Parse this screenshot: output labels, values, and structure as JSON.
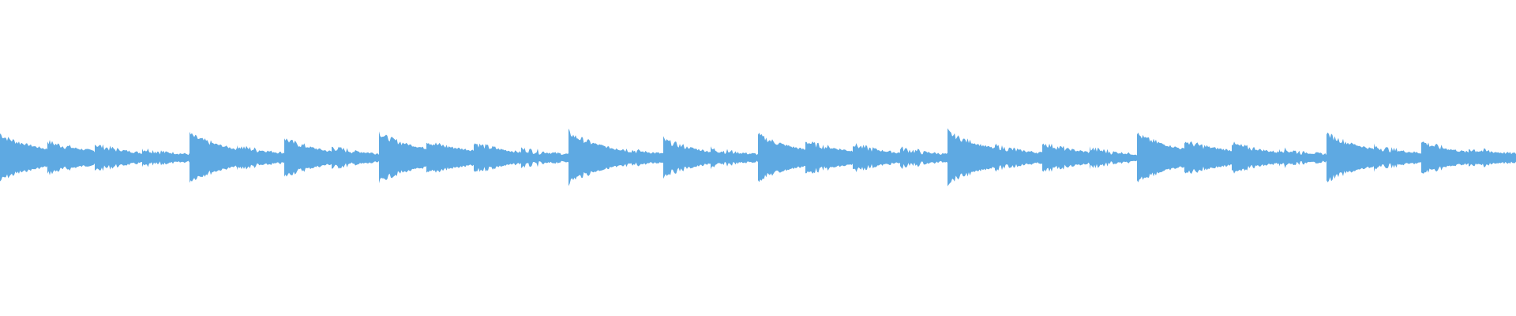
{
  "waveform": {
    "color": "#5ea9e2",
    "background": "#ffffff",
    "segments": [
      {
        "amplitude": 0.78,
        "decay_to": 0.28
      },
      {
        "amplitude": 0.55,
        "decay_to": 0.22
      },
      {
        "amplitude": 0.45,
        "decay_to": 0.16
      },
      {
        "amplitude": 0.3,
        "decay_to": 0.12
      },
      {
        "amplitude": 0.8,
        "decay_to": 0.28
      },
      {
        "amplitude": 0.4,
        "decay_to": 0.16
      },
      {
        "amplitude": 0.65,
        "decay_to": 0.2
      },
      {
        "amplitude": 0.35,
        "decay_to": 0.14
      },
      {
        "amplitude": 0.82,
        "decay_to": 0.3
      },
      {
        "amplitude": 0.55,
        "decay_to": 0.24
      },
      {
        "amplitude": 0.5,
        "decay_to": 0.18
      },
      {
        "amplitude": 0.3,
        "decay_to": 0.12
      },
      {
        "amplitude": 0.85,
        "decay_to": 0.28
      },
      {
        "amplitude": 0.35,
        "decay_to": 0.14
      },
      {
        "amplitude": 0.62,
        "decay_to": 0.2
      },
      {
        "amplitude": 0.3,
        "decay_to": 0.12
      },
      {
        "amplitude": 0.78,
        "decay_to": 0.26
      },
      {
        "amplitude": 0.55,
        "decay_to": 0.22
      },
      {
        "amplitude": 0.45,
        "decay_to": 0.16
      },
      {
        "amplitude": 0.32,
        "decay_to": 0.12
      },
      {
        "amplitude": 0.88,
        "decay_to": 0.3
      },
      {
        "amplitude": 0.4,
        "decay_to": 0.16
      },
      {
        "amplitude": 0.5,
        "decay_to": 0.18
      },
      {
        "amplitude": 0.32,
        "decay_to": 0.12
      },
      {
        "amplitude": 0.8,
        "decay_to": 0.28
      },
      {
        "amplitude": 0.55,
        "decay_to": 0.24
      },
      {
        "amplitude": 0.48,
        "decay_to": 0.18
      },
      {
        "amplitude": 0.3,
        "decay_to": 0.12
      },
      {
        "amplitude": 0.82,
        "decay_to": 0.28
      },
      {
        "amplitude": 0.38,
        "decay_to": 0.16
      },
      {
        "amplitude": 0.55,
        "decay_to": 0.18
      },
      {
        "amplitude": 0.3,
        "decay_to": 0.14
      }
    ]
  }
}
